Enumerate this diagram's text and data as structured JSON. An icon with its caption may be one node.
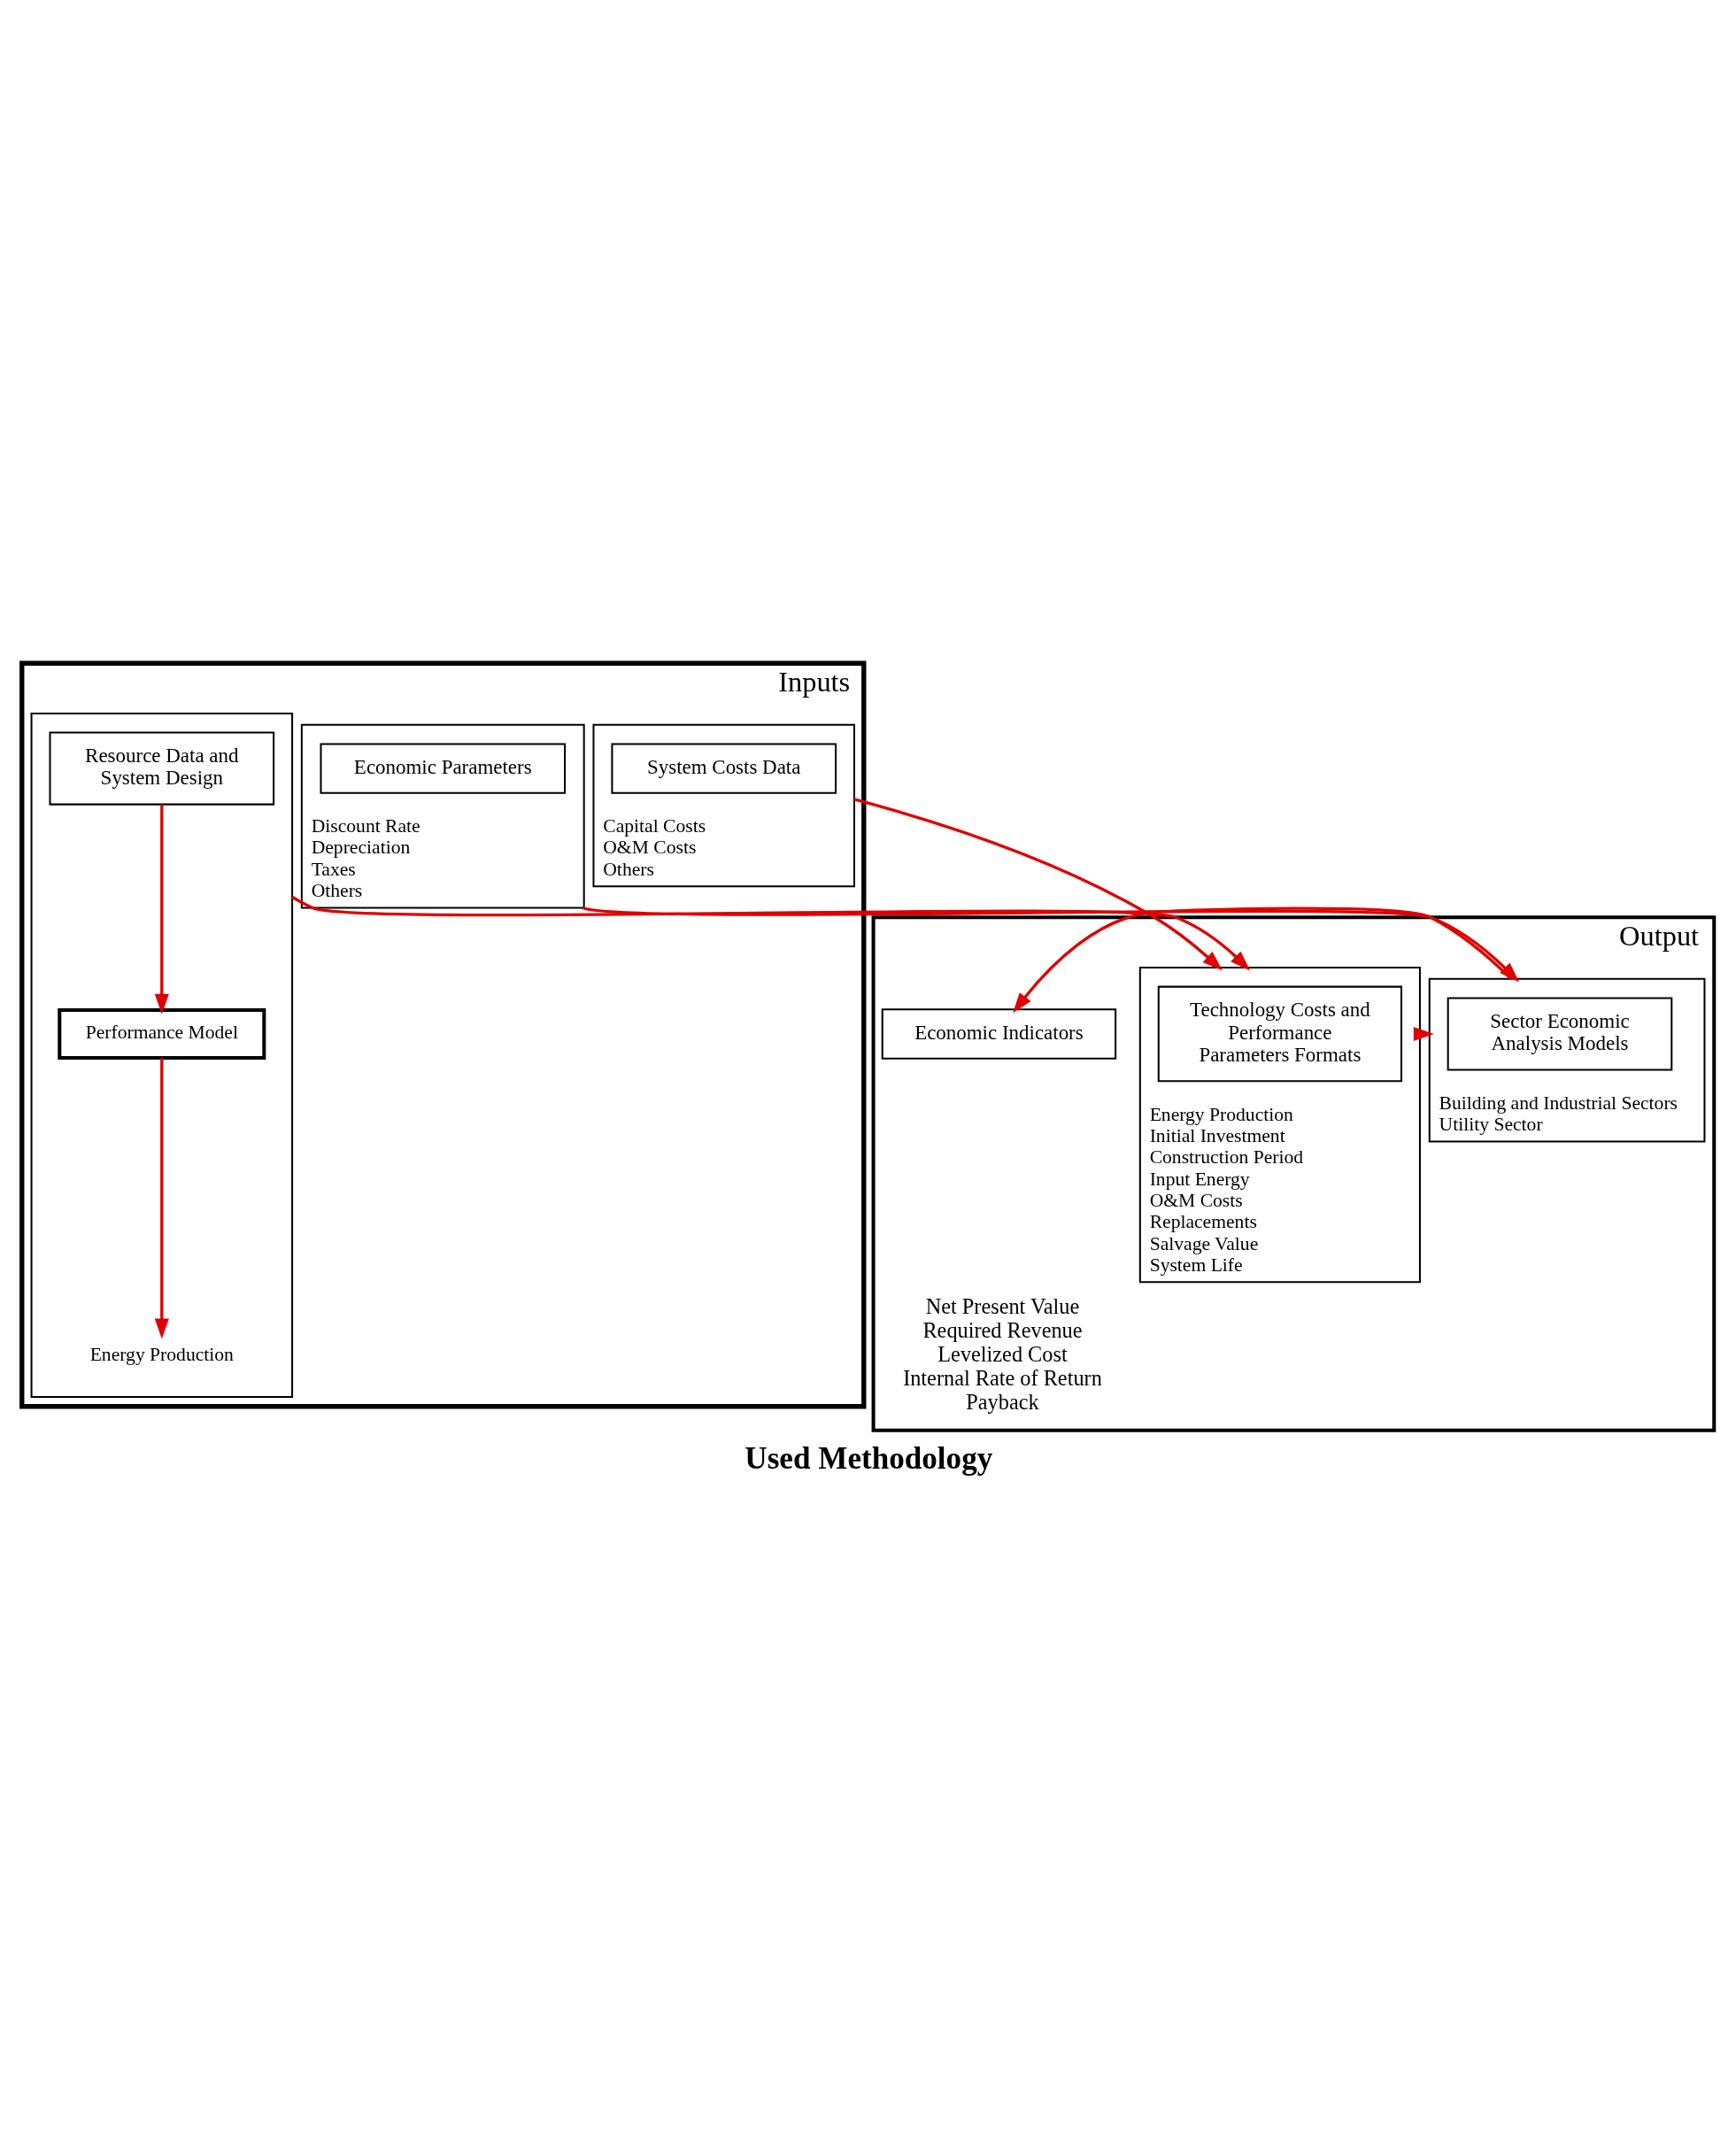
{
  "diagram": {
    "caption": "Used Methodology",
    "nodes": [
      {
        "text": [
          "Inputs"
        ]
      },
      {
        "text": [],
        "shape": "box",
        "in": 0
      },
      {
        "text": [
          "Resource Data and System Design"
        ],
        "in": 1
      },
      {
        "text": [
          "Performance Model"
        ],
        "in": 1
      },
      {
        "text": [
          "Energy Production"
        ],
        "in": 1
      },
      {
        "text": [
          "Capital Costs",
          "O&M Costs",
          "Others"
        ],
        "in": 0
      },
      {
        "text": [
          "System Costs Data"
        ],
        "in": 5
      },
      {
        "text": [
          "Discount Rate",
          "Depreciation",
          "Taxes",
          "Others"
        ],
        "in": 0
      },
      {
        "text": [
          "Economic Parameters"
        ],
        "in": 7
      },
      {
        "text": [
          "Output"
        ]
      },
      {
        "text": [
          "Energy Production",
          "Initial Investment",
          "Construction Period",
          "Input Energy",
          "O&M Costs",
          "Replacements",
          "Salvage Value",
          "System Life"
        ],
        "in": 9
      },
      {
        "text": [
          "Technology Costs and Performance Parameters Formats"
        ],
        "in": 10
      },
      {
        "text": [
          "Building and Industrial Sectors",
          "Utility Sector"
        ],
        "in": 9
      },
      {
        "text": [
          "Sector Economic Analysis Models"
        ],
        "in": 12
      },
      {
        "text": [
          "Economic Indicators"
        ],
        "in": 9,
        "beside": [
          "Net Present Value",
          "Required Revenue",
          "Levelized Cost",
          "Internal Rate of Return",
          "Payback"
        ]
      }
    ],
    "edges": [
      {
        "from": 2,
        "to": 3,
        "arrow": "to"
      },
      {
        "from": 3,
        "to": 4,
        "arrow": "to"
      },
      {
        "from": 1,
        "to": 10,
        "arrow": "to"
      },
      {
        "from": 5,
        "to": 10,
        "arrow": "to"
      },
      {
        "from": 7,
        "to": 12,
        "arrow": "to"
      },
      {
        "from": 10,
        "to": 12,
        "arrow": "to"
      },
      {
        "from": 12,
        "to": 14,
        "arrow": "to"
      }
    ]
  }
}
